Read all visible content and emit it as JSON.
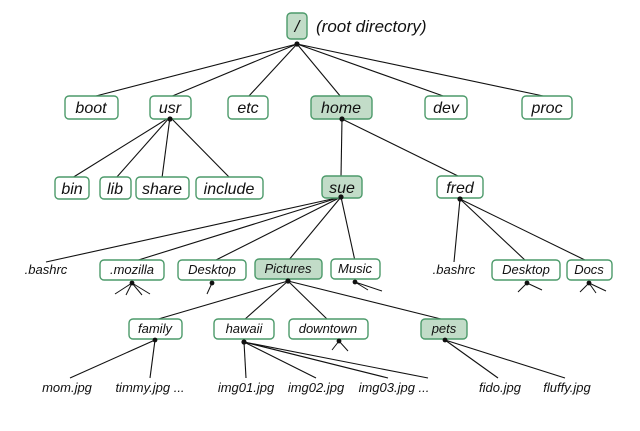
{
  "tree": {
    "root": {
      "label": "/",
      "caption": "(root directory)"
    },
    "level1": [
      "boot",
      "usr",
      "etc",
      "home",
      "dev",
      "proc"
    ],
    "usr_children": [
      "bin",
      "lib",
      "share",
      "include"
    ],
    "home_children": [
      "sue",
      "fred"
    ],
    "sue_children": [
      ".bashrc",
      ".mozilla",
      "Desktop",
      "Pictures",
      "Music"
    ],
    "fred_children": [
      ".bashrc",
      "Desktop",
      "Docs"
    ],
    "pictures_children": [
      "family",
      "hawaii",
      "downtown",
      "pets"
    ],
    "family_files": [
      "mom.jpg",
      "timmy.jpg ..."
    ],
    "hawaii_files": [
      "img01.jpg",
      "img02.jpg",
      "img03.jpg ..."
    ],
    "pets_files": [
      "fido.jpg",
      "fluffy.jpg"
    ]
  },
  "colors": {
    "box_border": "#4c9a6a",
    "highlight_fill": "#c2dcc8",
    "line": "#111111"
  }
}
